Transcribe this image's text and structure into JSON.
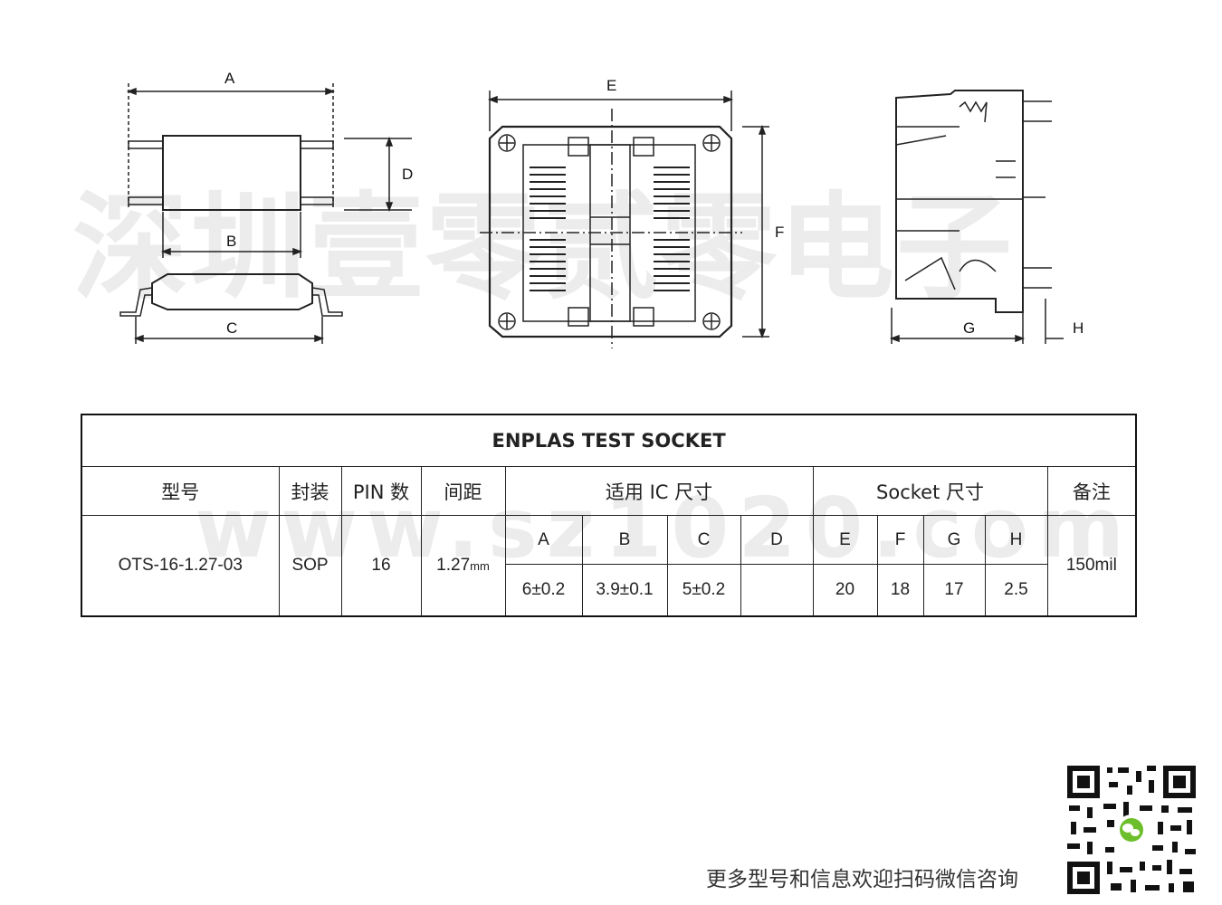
{
  "watermark": {
    "company": "深圳壹零贰零电子",
    "url": "www.sz1020.com"
  },
  "drawing": {
    "dim_labels": {
      "a": "A",
      "b": "B",
      "c": "C",
      "d": "D",
      "e": "E",
      "f": "F",
      "g": "G",
      "h": "H"
    }
  },
  "table": {
    "title": "ENPLAS TEST SOCKET",
    "headers": {
      "model": "型号",
      "package": "封装",
      "pin_count": "PIN 数",
      "pitch": "间距",
      "ic_size": "适用 IC 尺寸",
      "socket_size": "Socket 尺寸",
      "remark": "备注"
    },
    "ic_dims": [
      "A",
      "B",
      "C",
      "D"
    ],
    "socket_dims": [
      "E",
      "F",
      "G",
      "H"
    ],
    "row": {
      "model": "OTS-16-1.27-03",
      "package": "SOP",
      "pin_count": "16",
      "pitch_value": "1.27",
      "pitch_unit": "mm",
      "ic_values": [
        "6±0.2",
        "3.9±0.1",
        "5±0.2",
        ""
      ],
      "socket_values": [
        "20",
        "18",
        "17",
        "2.5"
      ],
      "remark": "150mil"
    }
  },
  "footer": {
    "text": "更多型号和信息欢迎扫码微信咨询"
  }
}
